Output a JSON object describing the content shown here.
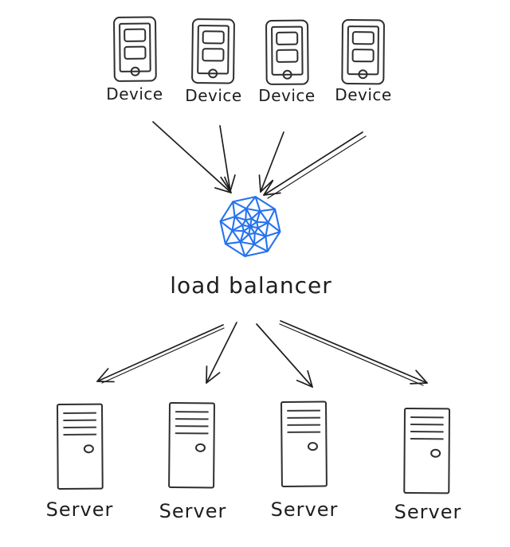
{
  "canvas": {
    "background_color": "#ffffff",
    "ink_color": "#1e1e1e",
    "accent_color": "#2573ef"
  },
  "nodes": {
    "devices": [
      {
        "id": "device-1",
        "label": "Device"
      },
      {
        "id": "device-2",
        "label": "Device"
      },
      {
        "id": "device-3",
        "label": "Device"
      },
      {
        "id": "device-4",
        "label": "Device"
      }
    ],
    "load_balancer": {
      "id": "load-balancer",
      "label": "load balancer"
    },
    "servers": [
      {
        "id": "server-1",
        "label": "Server"
      },
      {
        "id": "server-2",
        "label": "Server"
      },
      {
        "id": "server-3",
        "label": "Server"
      },
      {
        "id": "server-4",
        "label": "Server"
      }
    ]
  },
  "edges": [
    {
      "from": "device-1",
      "to": "load-balancer"
    },
    {
      "from": "device-2",
      "to": "load-balancer"
    },
    {
      "from": "device-3",
      "to": "load-balancer"
    },
    {
      "from": "device-4",
      "to": "load-balancer"
    },
    {
      "from": "load-balancer",
      "to": "server-1"
    },
    {
      "from": "load-balancer",
      "to": "server-2"
    },
    {
      "from": "load-balancer",
      "to": "server-3"
    },
    {
      "from": "load-balancer",
      "to": "server-4"
    }
  ],
  "icons": {
    "device": "smartphone-icon",
    "load_balancer": "mesh-sphere-icon",
    "server": "server-tower-icon"
  }
}
